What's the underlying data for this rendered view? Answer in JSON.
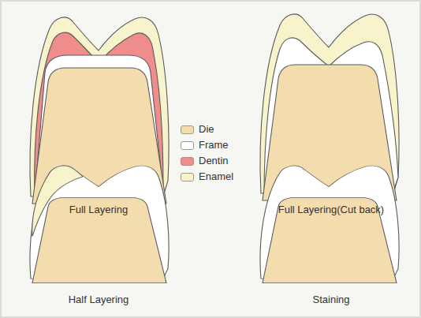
{
  "diagram": {
    "labels": [
      "Full Layering",
      "Full Layering(Cut back)",
      "Half Layering",
      "Staining"
    ],
    "legend": [
      {
        "text": "Die",
        "color": "#f3dcae"
      },
      {
        "text": "Frame",
        "color": "#ffffff"
      },
      {
        "text": "Dentin",
        "color": "#ef8c8c"
      },
      {
        "text": "Enamel",
        "color": "#f7f4cc"
      }
    ]
  }
}
